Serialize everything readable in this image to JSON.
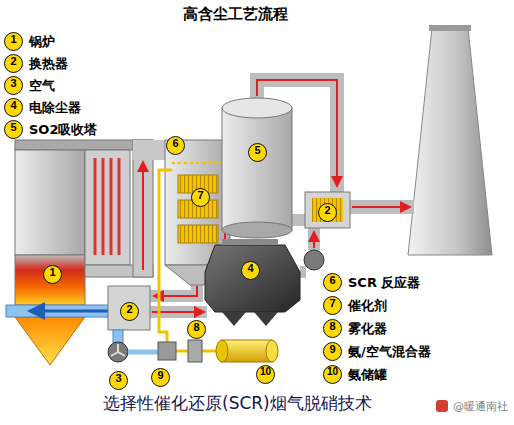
{
  "diagram": {
    "title": "高含尘工艺流程",
    "caption": "选择性催化还原(SCR)烟气脱硝技术",
    "nodes": [
      {
        "text": [
          "1",
          "锅炉"
        ]
      },
      {
        "text": [
          "2",
          "换热器"
        ]
      },
      {
        "text": [
          "3",
          "空气"
        ]
      },
      {
        "text": [
          "4",
          "电除尘器"
        ]
      },
      {
        "text": [
          "5",
          "SO2吸收塔"
        ]
      },
      {
        "text": [
          "5"
        ]
      },
      {
        "text": [
          "6"
        ]
      },
      {
        "text": [
          "7"
        ]
      },
      {
        "text": [
          "1"
        ]
      },
      {
        "text": [
          "2"
        ]
      },
      {
        "text": [
          "4"
        ]
      },
      {
        "text": [
          "2"
        ]
      },
      {
        "text": [
          "8"
        ]
      },
      {
        "text": [
          "3"
        ]
      },
      {
        "text": [
          "9"
        ]
      },
      {
        "text": [
          "10"
        ]
      },
      {
        "text": [
          "6",
          "SCR 反应器"
        ]
      },
      {
        "text": [
          "7",
          "催化剂"
        ]
      },
      {
        "text": [
          "8",
          "雾化器"
        ]
      },
      {
        "text": [
          "9",
          "氨/空气混合器"
        ]
      },
      {
        "text": [
          "10",
          "氨储罐"
        ]
      }
    ],
    "labels": [
      "@暖通南社"
    ]
  }
}
